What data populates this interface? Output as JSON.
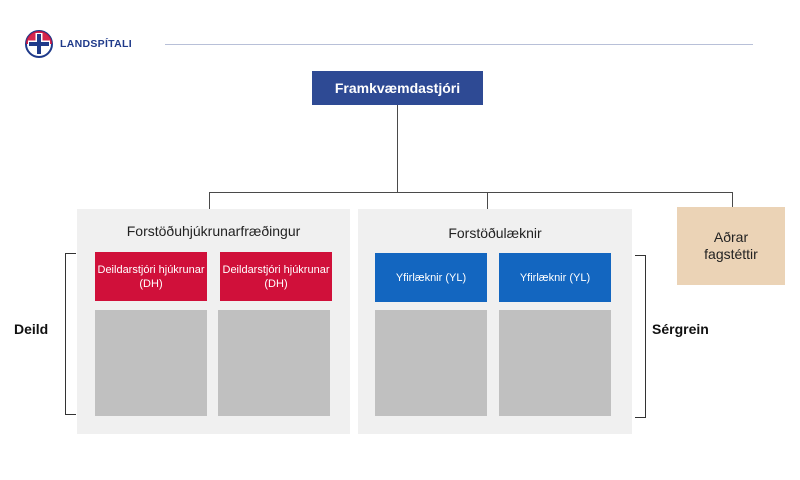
{
  "header": {
    "logo_text": "LANDSPÍTALI"
  },
  "top": {
    "title": "Framkvæmdastjóri"
  },
  "nursing_panel": {
    "title": "Forstöðuhjúkrunarfræðingur",
    "boxes": [
      {
        "label": "Deildarstjóri hjúkrunar (DH)"
      },
      {
        "label": "Deildarstjóri hjúkrunar (DH)"
      }
    ]
  },
  "physician_panel": {
    "title": "Forstöðulæknir",
    "boxes": [
      {
        "label": "Yfirlæknir  (YL)"
      },
      {
        "label": "Yfirlæknir  (YL)"
      }
    ]
  },
  "other_box": {
    "label": "Aðrar fagstéttir"
  },
  "side_labels": {
    "left": "Deild",
    "right": "Sérgrein"
  },
  "colors": {
    "navy": "#2e4a94",
    "red": "#d0103a",
    "blue": "#1366c0",
    "tan": "#ebd3b6",
    "panel_grey": "#f0f0f0",
    "placeholder_grey": "#c0c0c0"
  }
}
